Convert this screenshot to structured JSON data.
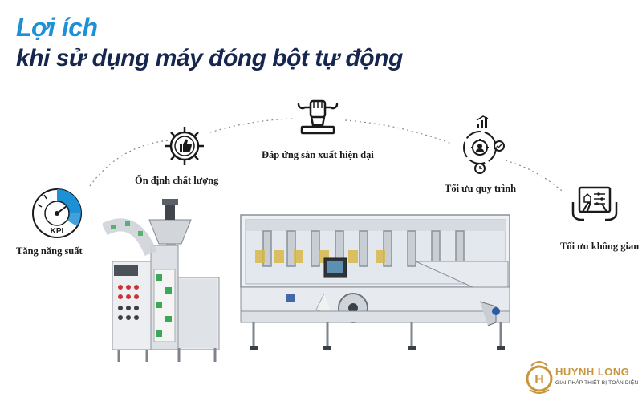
{
  "heading": {
    "line1": "Lợi ích",
    "line2": "khi sử dụng máy đóng bột tự động"
  },
  "benefits": [
    {
      "label": "Tăng năng suất",
      "icon": "kpi-gauge-icon"
    },
    {
      "label": "Ổn định chất lượng",
      "icon": "gear-thumbs-up-icon"
    },
    {
      "label": "Đáp ứng sản xuất hiện đại",
      "icon": "wrench-fist-icon"
    },
    {
      "label": "Tối ưu quy trình",
      "icon": "process-cycle-icon"
    },
    {
      "label": "Tối ưu không gian",
      "icon": "touchscreen-hand-icon"
    }
  ],
  "kpi_text": "KPI",
  "brand": {
    "name": "HUYNH LONG",
    "tagline": "GIẢI PHÁP THIẾT BỊ TOÀN DIỆN",
    "colors": {
      "gold": "#c8963c",
      "blue": "#1e90d6",
      "navy": "#16264f"
    }
  }
}
